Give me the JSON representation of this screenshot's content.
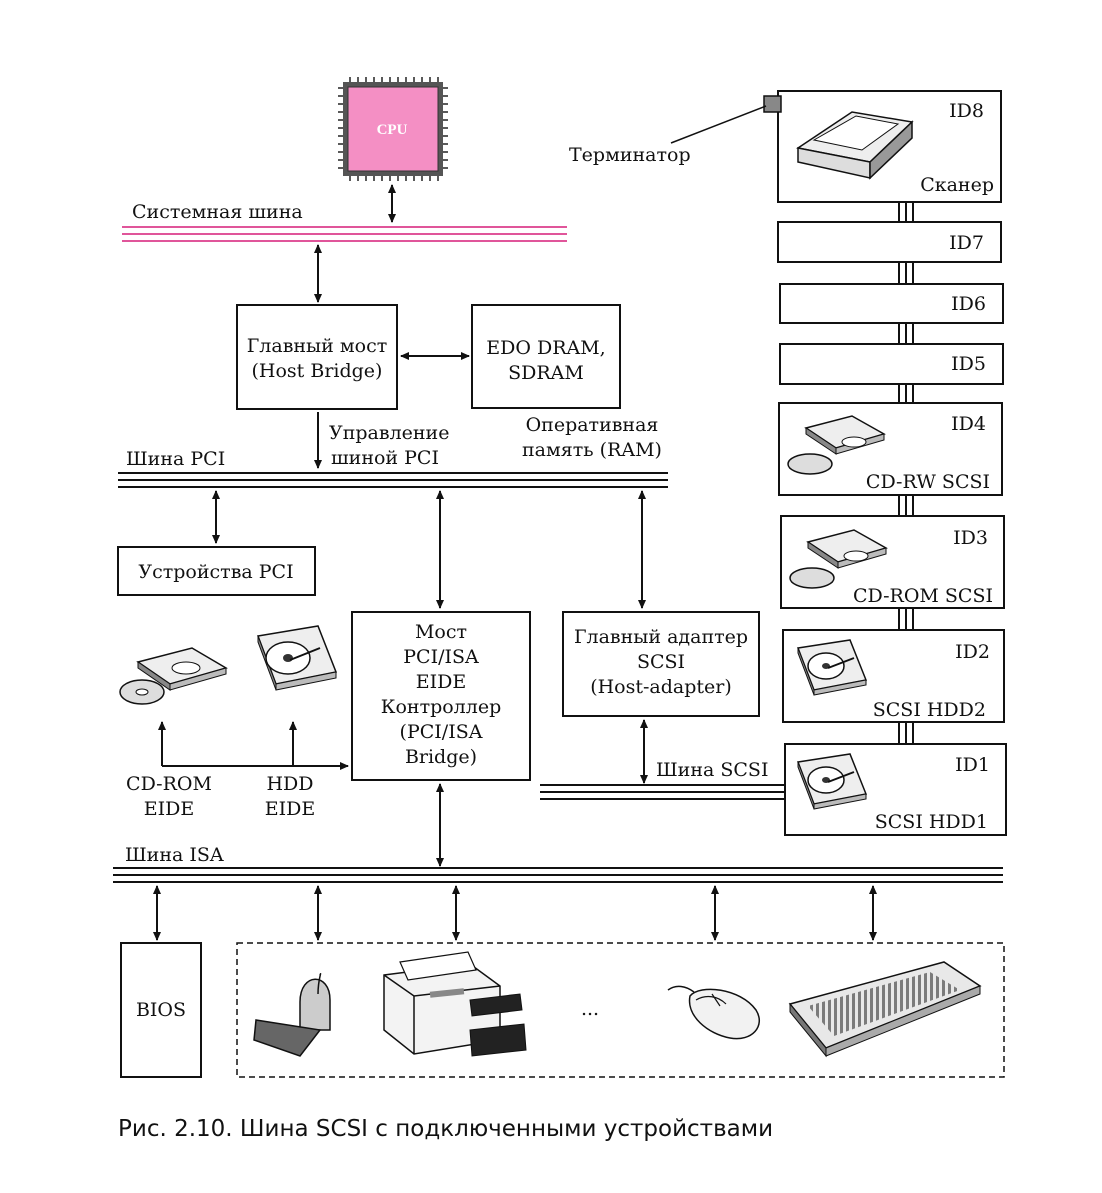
{
  "cpu": {
    "label": "CPU"
  },
  "buses": {
    "system": "Системная шина",
    "pci": "Шина PCI",
    "isa": "Шина ISA",
    "scsi": "Шина SCSI"
  },
  "host_bridge": {
    "line1": "Главный мост",
    "line2": "(Host Bridge)"
  },
  "ram": {
    "line1": "EDO DRAM,",
    "line2": "SDRAM",
    "caption1": "Оперативная",
    "caption2": "память (RAM)"
  },
  "pci_control": {
    "line1": "Управление",
    "line2": "шиной PCI"
  },
  "pci_devices": {
    "label": "Устройства PCI"
  },
  "pci_isa_bridge": {
    "lines": [
      "Мост",
      "PCI/ISA",
      "EIDE",
      "Контроллер",
      "(PCI/ISA",
      "Bridge)"
    ]
  },
  "scsi_adapter": {
    "lines": [
      "Главный адаптер",
      "SCSI",
      "(Host-adapter)"
    ]
  },
  "eide": {
    "cdrom_line1": "CD-ROM",
    "cdrom_line2": "EIDE",
    "hdd_line1": "HDD",
    "hdd_line2": "EIDE"
  },
  "terminator": {
    "label": "Терминатор"
  },
  "scsi_chain": [
    {
      "id": "ID8",
      "name": "Сканер"
    },
    {
      "id": "ID7",
      "name": ""
    },
    {
      "id": "ID6",
      "name": ""
    },
    {
      "id": "ID5",
      "name": ""
    },
    {
      "id": "ID4",
      "name": "CD-RW SCSI"
    },
    {
      "id": "ID3",
      "name": "CD-ROM SCSI"
    },
    {
      "id": "ID2",
      "name": "SCSI HDD2"
    },
    {
      "id": "ID1",
      "name": "SCSI HDD1"
    }
  ],
  "bios": {
    "label": "BIOS"
  },
  "isa_devices": {
    "ellipsis": "..."
  },
  "caption": "Рис. 2.10. Шина SCSI  с подключенными устройствами",
  "colors": {
    "system_bus": "#e0559a",
    "cpu_fill": "#f48fc4",
    "cpu_text": "#ffffff",
    "ink": "#111111"
  }
}
